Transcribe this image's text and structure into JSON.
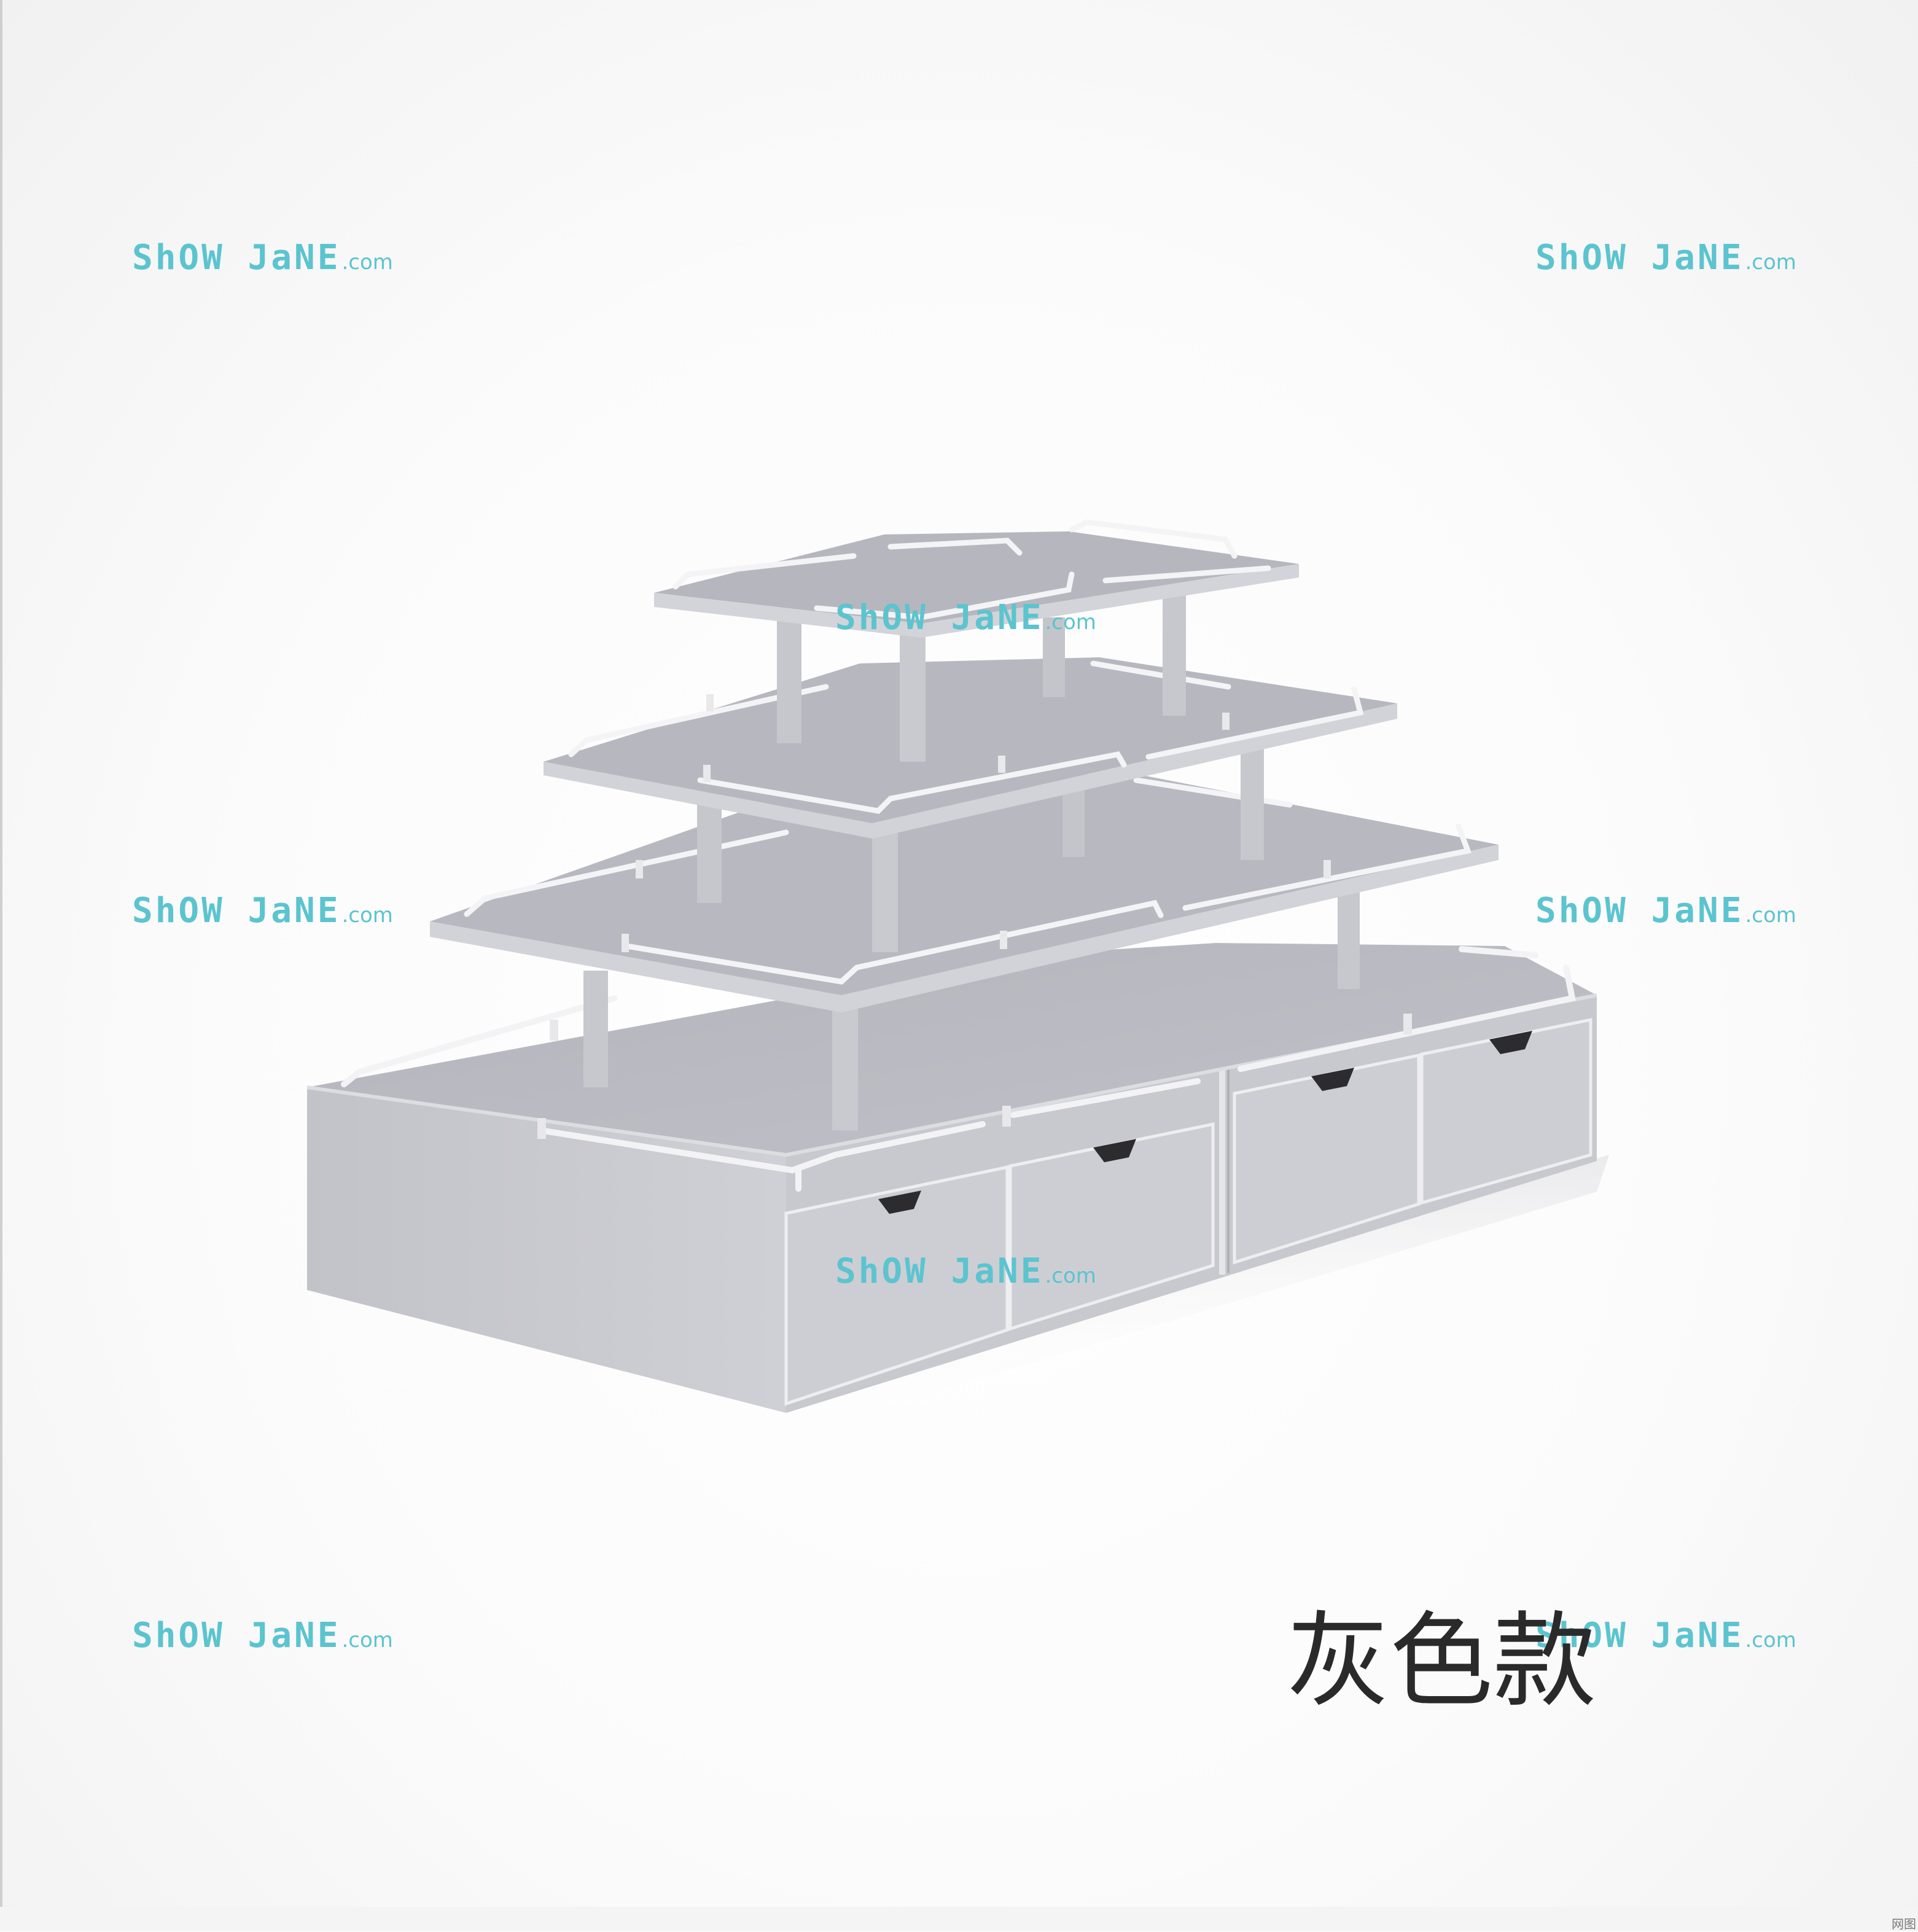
{
  "watermark": {
    "brand": "ShOW JaNE",
    "suffix": ".com"
  },
  "caption": "灰色款",
  "corner_mark": "网图",
  "colors": {
    "watermark": "#5bc4cf",
    "fixture_top": "#b9bac1",
    "fixture_front": "#c9cad0",
    "rail": "#f2f2f4",
    "caption": "#2a2a2a"
  }
}
